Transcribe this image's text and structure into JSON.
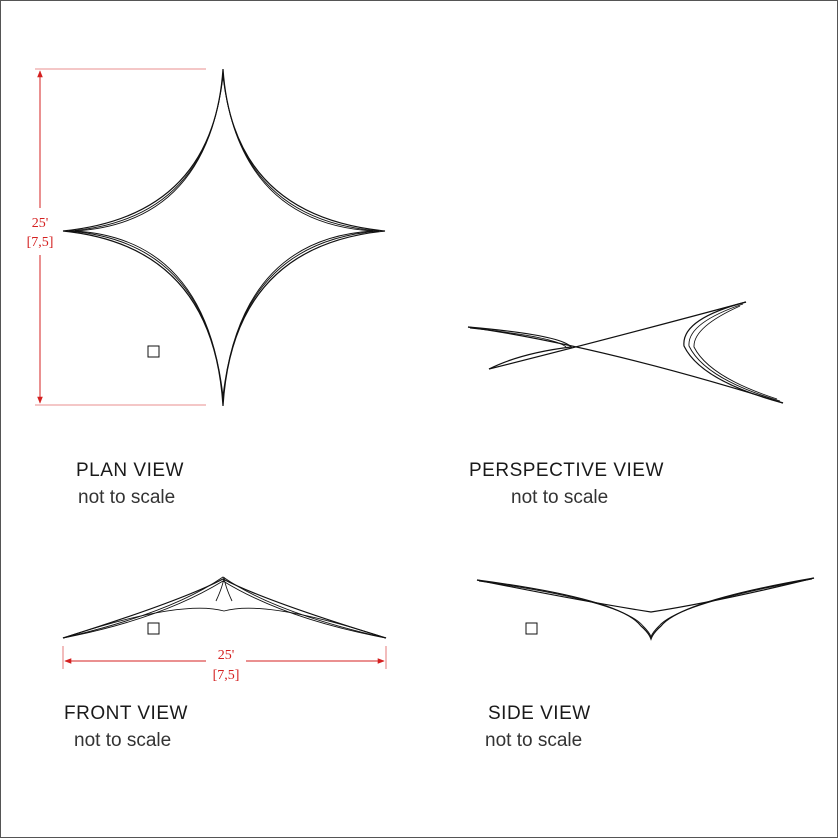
{
  "colors": {
    "dimension": "#d42020",
    "line": "#111111",
    "frame_border": "#555555"
  },
  "plan": {
    "title": "PLAN VIEW",
    "subtitle": "not to scale",
    "dimension_feet": "25'",
    "dimension_metric": "[7,5]"
  },
  "perspective": {
    "title": "PERSPECTIVE VIEW",
    "subtitle": "not to scale"
  },
  "front": {
    "title": "FRONT VIEW",
    "subtitle": "not to scale",
    "dimension_feet": "25'",
    "dimension_metric": "[7,5]"
  },
  "side": {
    "title": "SIDE VIEW",
    "subtitle": "not to scale"
  }
}
